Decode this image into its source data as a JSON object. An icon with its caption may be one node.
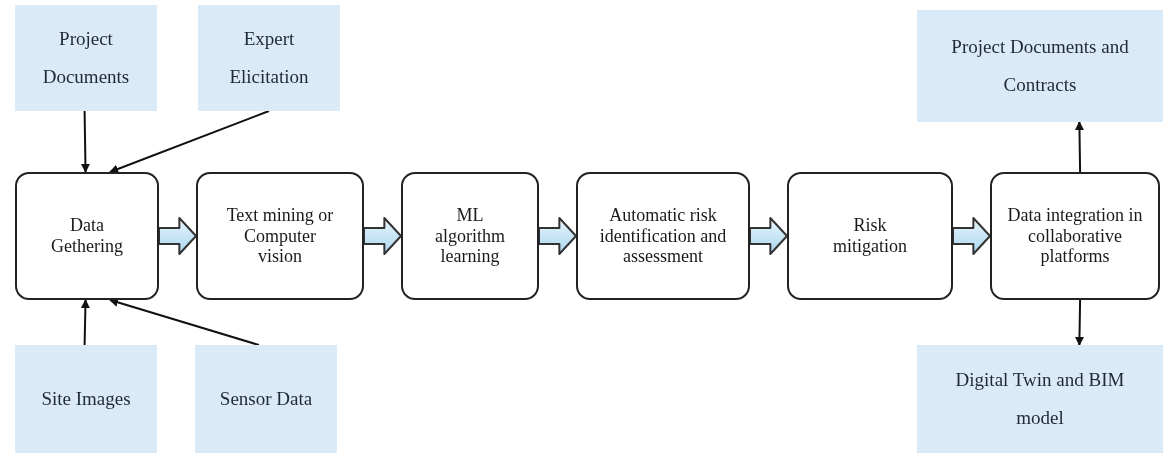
{
  "diagram": {
    "nodes": [
      {
        "text": [
          "Project Documents"
        ]
      },
      {
        "text": [
          "Expert Elicitation"
        ]
      },
      {
        "text": [
          "Data Gethering"
        ]
      },
      {
        "text": [
          "Text mining or Computer vision"
        ]
      },
      {
        "text": [
          "ML algorithm learning"
        ]
      },
      {
        "text": [
          "Automatic risk identification and assessment"
        ]
      },
      {
        "text": [
          "Risk mitigation"
        ]
      },
      {
        "text": [
          "Data integration in collaborative platforms"
        ]
      },
      {
        "text": [
          "Project Documents and Contracts"
        ]
      },
      {
        "text": [
          "Site Images"
        ]
      },
      {
        "text": [
          "Sensor Data"
        ]
      },
      {
        "text": [
          "Digital Twin and BIM model"
        ]
      }
    ],
    "edges": [
      {
        "from": 0,
        "to": 2,
        "arrow": "to"
      },
      {
        "from": 1,
        "to": 2,
        "arrow": "to"
      },
      {
        "from": 9,
        "to": 2,
        "arrow": "to"
      },
      {
        "from": 10,
        "to": 2,
        "arrow": "to"
      },
      {
        "from": 2,
        "to": 3,
        "arrow": "to",
        "style": "thick"
      },
      {
        "from": 3,
        "to": 4,
        "arrow": "to",
        "style": "thick"
      },
      {
        "from": 4,
        "to": 5,
        "arrow": "to",
        "style": "thick"
      },
      {
        "from": 5,
        "to": 6,
        "arrow": "to",
        "style": "thick"
      },
      {
        "from": 6,
        "to": 7,
        "arrow": "to",
        "style": "thick"
      },
      {
        "from": 7,
        "to": 8,
        "arrow": "to"
      },
      {
        "from": 7,
        "to": 11,
        "arrow": "to"
      }
    ]
  }
}
